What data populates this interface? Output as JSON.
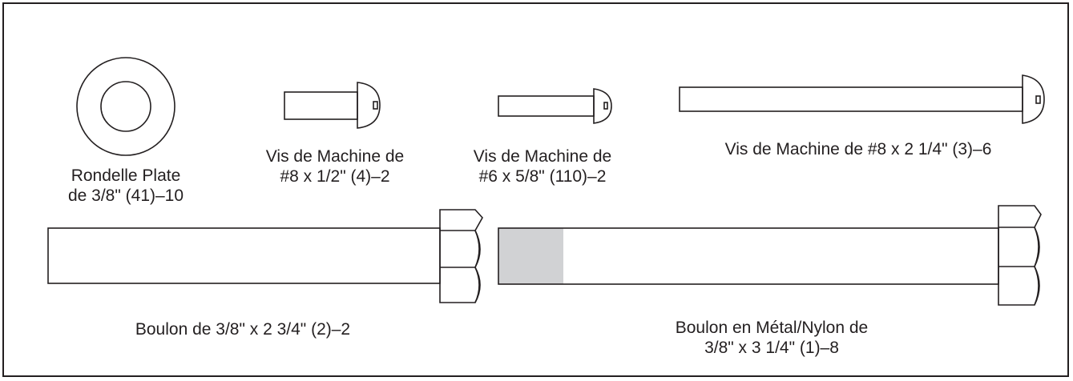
{
  "parts": [
    {
      "id": "washer",
      "line1": "Rondelle Plate",
      "line2": "de 3/8\" (41)–10"
    },
    {
      "id": "screw-8-half",
      "line1": "Vis de Machine de",
      "line2": "#8 x 1/2\" (4)–2"
    },
    {
      "id": "screw-6-5-8",
      "line1": "Vis de Machine de",
      "line2": "#6 x 5/8\" (110)–2"
    },
    {
      "id": "screw-8-2-quarter",
      "line1": "Vis de Machine de #8 x 2 1/4\" (3)–6"
    },
    {
      "id": "bolt-3-4",
      "line1": "Boulon de 3/8\" x 2 3/4\" (2)–2"
    },
    {
      "id": "nylon-bolt",
      "line1": "Boulon en Métal/Nylon de",
      "line2": "3/8\" x 3 1/4\" (1)–8"
    }
  ],
  "colors": {
    "line": "#231f20",
    "nylon_patch": "#d1d2d4"
  }
}
